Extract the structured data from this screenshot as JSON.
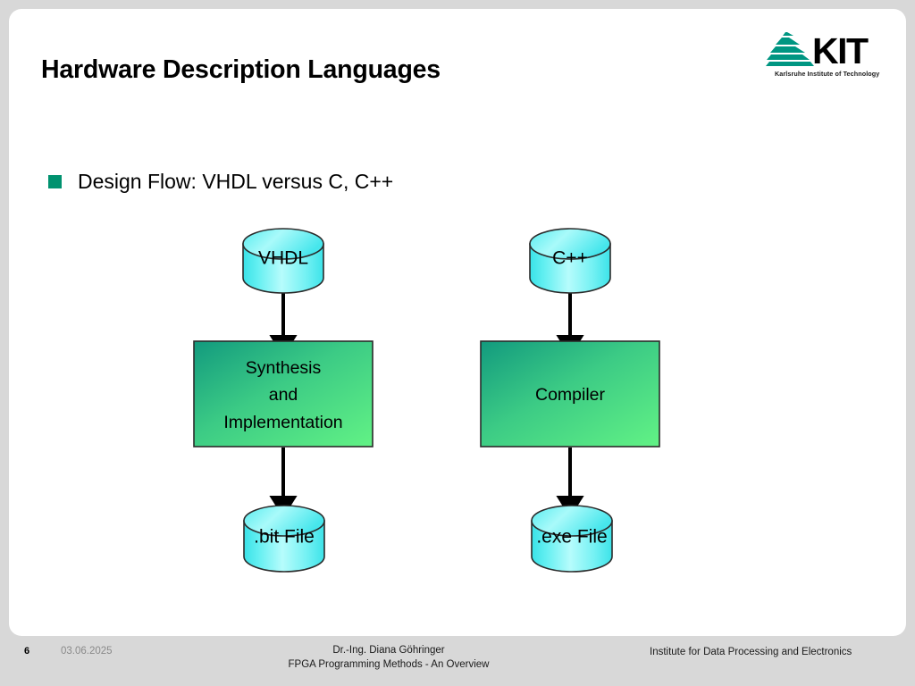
{
  "slide": {
    "title": "Hardware Description Languages",
    "bullet": {
      "icon": "square-bullet-icon",
      "text": "Design Flow: VHDL versus C, C++"
    }
  },
  "logo": {
    "wordmark": "KIT",
    "tagline": "Karlsruhe Institute of Technology",
    "fan_color": "#009682",
    "word_color": "#000000"
  },
  "diagram": {
    "type": "flowchart",
    "colors": {
      "cylinder_light": "#b4fbfb",
      "cylinder_mid": "#6ff4f4",
      "cylinder_dark": "#2ce0e6",
      "box_dark": "#14987c",
      "box_light": "#5cf080",
      "outline": "#2b2b2b",
      "arrow": "#000000"
    },
    "nodes": [
      {
        "id": "vhdl",
        "label": "VHDL",
        "shape": "cylinder",
        "column": "left"
      },
      {
        "id": "synthesis",
        "label": "Synthesis\nand\nImplementation",
        "shape": "rect",
        "column": "left"
      },
      {
        "id": "bitfile",
        "label": ".bit File",
        "shape": "cylinder",
        "column": "left"
      },
      {
        "id": "cpp",
        "label": "C++",
        "shape": "cylinder",
        "column": "right"
      },
      {
        "id": "compiler",
        "label": "Compiler",
        "shape": "rect",
        "column": "right"
      },
      {
        "id": "exefile",
        "label": ".exe File",
        "shape": "cylinder",
        "column": "right"
      }
    ],
    "node_labels": {
      "vhdl": "VHDL",
      "synthesis_line1": "Synthesis",
      "synthesis_line2": "and",
      "synthesis_line3": "Implementation",
      "bitfile": ".bit File",
      "cpp": "C++",
      "compiler": "Compiler",
      "exefile": ".exe File"
    },
    "edges": [
      {
        "from": "vhdl",
        "to": "synthesis"
      },
      {
        "from": "synthesis",
        "to": "bitfile"
      },
      {
        "from": "cpp",
        "to": "compiler"
      },
      {
        "from": "compiler",
        "to": "exefile"
      }
    ]
  },
  "footer": {
    "page_number": "6",
    "date": "03.06.2025",
    "author": "Dr.-Ing. Diana Göhringer",
    "course": "FPGA Programming Methods - An Overview",
    "institute": "Institute for Data Processing and Electronics"
  }
}
